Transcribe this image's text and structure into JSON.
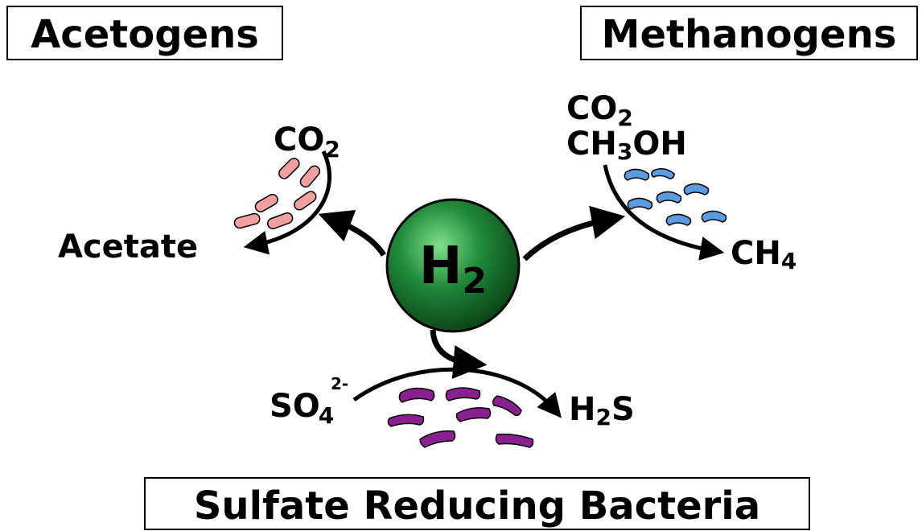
{
  "groups": {
    "acetogens": "Acetogens",
    "methanogens": "Methanogens",
    "sulfate_reducers": "Sulfate Reducing Bacteria"
  },
  "center": {
    "main": "H",
    "sub": "2"
  },
  "acetogen_pathway": {
    "substrate_main": "CO",
    "substrate_sub": "2",
    "product": "Acetate"
  },
  "methanogen_pathway": {
    "substrate1_main": "CO",
    "substrate1_sub": "2",
    "substrate2_a": "CH",
    "substrate2_sub": "3",
    "substrate2_b": "OH",
    "product_main": "CH",
    "product_sub": "4"
  },
  "sulfate_pathway": {
    "substrate_main": "SO",
    "substrate_sub": "4",
    "substrate_sup": "2-",
    "product_a": "H",
    "product_sub": "2",
    "product_b": "S"
  },
  "colors": {
    "hydrogen_sphere": "#1f8a3a",
    "acetogen_cells": "#f0a0a0",
    "methanogen_cells": "#5b9be0",
    "sulfate_cells": "#8a1f8f"
  },
  "icons": {
    "acetogen": "rod-bacteria-icon",
    "methanogen": "curved-rod-bacteria-icon",
    "sulfate": "rod-bacteria-icon"
  }
}
